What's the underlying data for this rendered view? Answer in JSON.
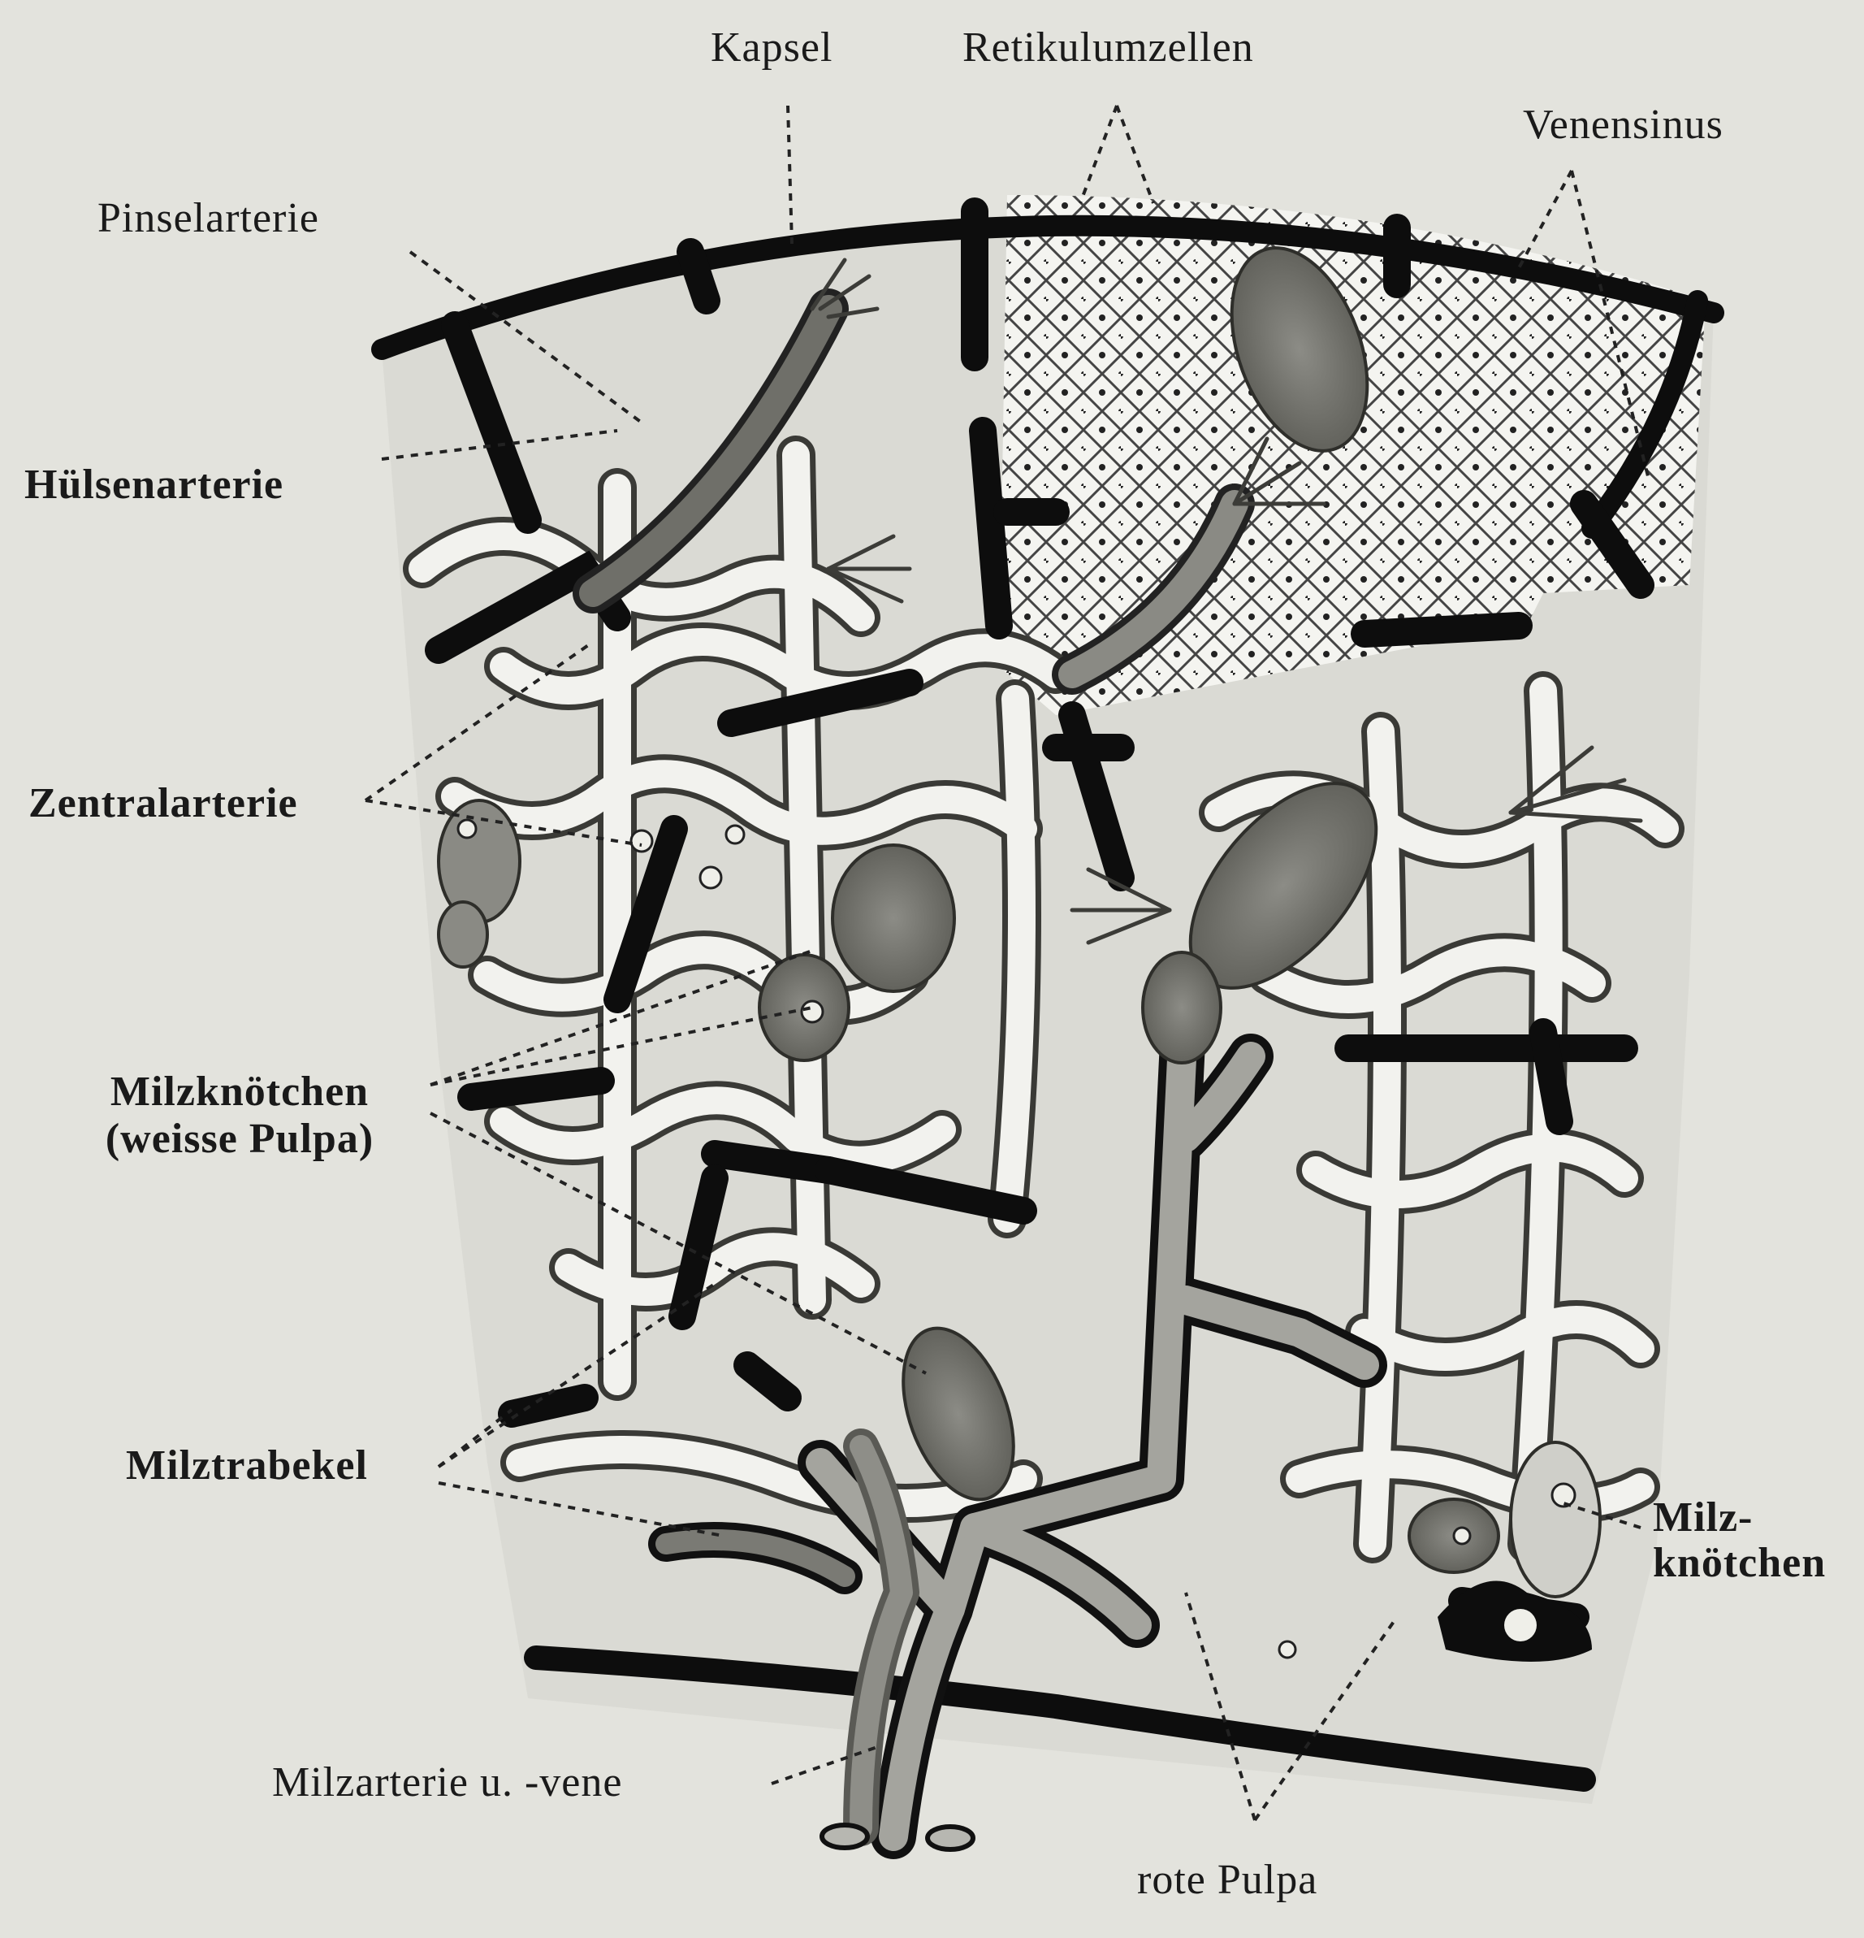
{
  "labels": {
    "kapsel": "Kapsel",
    "retikulumzellen": "Retikulumzellen",
    "venensinus": "Venensinus",
    "pinselarterie": "Pinselarterie",
    "huelsenarterie": "Hülsenarterie",
    "zentralarterie": "Zentralarterie",
    "milzknoetchen_weisse_line1": "Milzknötchen",
    "milzknoetchen_weisse_line2": "(weisse Pulpa)",
    "milztrabekel": "Milztrabekel",
    "milzknoetchen_right_line1": "Milz-",
    "milzknoetchen_right_line2": "knötchen",
    "milzarterie_vene": "Milzarterie u. -vene",
    "rote_pulpa": "rote Pulpa"
  },
  "colors": {
    "background": "#e3e3dd",
    "trabecula": "#0d0d0d",
    "pulp_cords": "#f2f2ee",
    "sinus_wall": "#1c1c1c",
    "nodule_fill": "#7e7e78",
    "vessel_gray": "#9a9a94"
  }
}
